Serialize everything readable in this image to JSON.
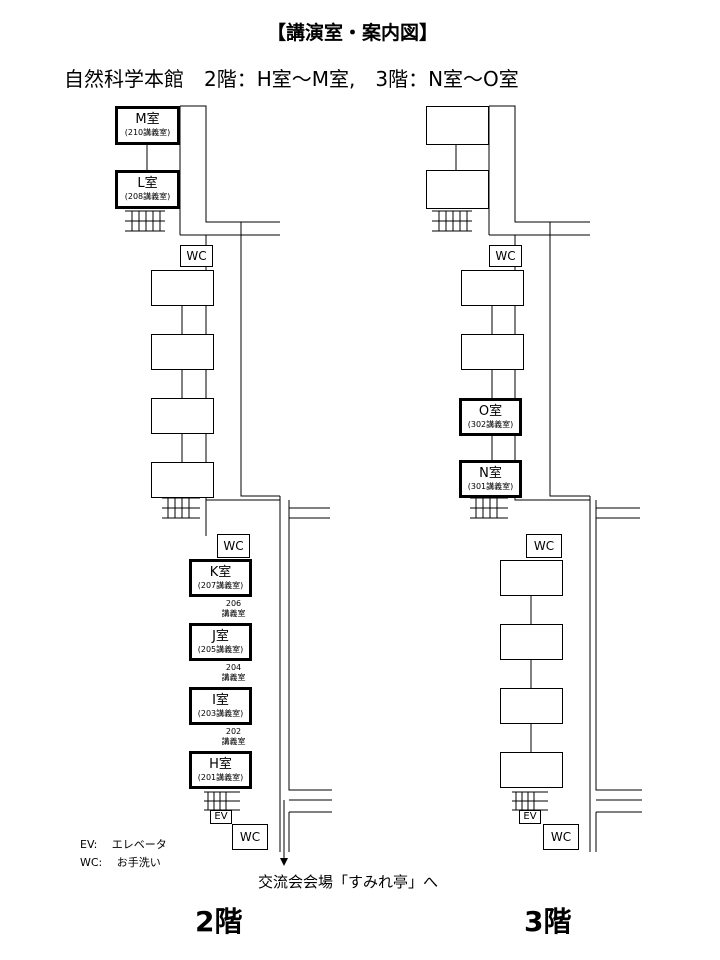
{
  "title": "【講演室・案内図】",
  "subtitle": "自然科学本館　2階：H室〜M室,　3階：N室〜O室",
  "floors": {
    "f2": "2階",
    "f3": "3階"
  },
  "rooms": {
    "M": {
      "name": "M室",
      "sub": "(210講義室)"
    },
    "L": {
      "name": "L室",
      "sub": "(208講義室)"
    },
    "K": {
      "name": "K室",
      "sub": "(207講義室)"
    },
    "J": {
      "name": "J室",
      "sub": "(205講義室)"
    },
    "I": {
      "name": "I室",
      "sub": "(203講義室)"
    },
    "H": {
      "name": "H室",
      "sub": "(201講義室)"
    },
    "O": {
      "name": "O室",
      "sub": "(302講義室)"
    },
    "N": {
      "name": "N室",
      "sub": "(301講義室)"
    }
  },
  "small_rooms": {
    "r206": {
      "num": "206",
      "label": "講義室"
    },
    "r204": {
      "num": "204",
      "label": "講義室"
    },
    "r202": {
      "num": "202",
      "label": "講義室"
    }
  },
  "wc_label": "WC",
  "ev_label": "EV",
  "legend": {
    "ev": "EV:　 エレベータ",
    "wc": "WC:　 お手洗い"
  },
  "exit_label": "交流会会場「すみれ亭」へ"
}
